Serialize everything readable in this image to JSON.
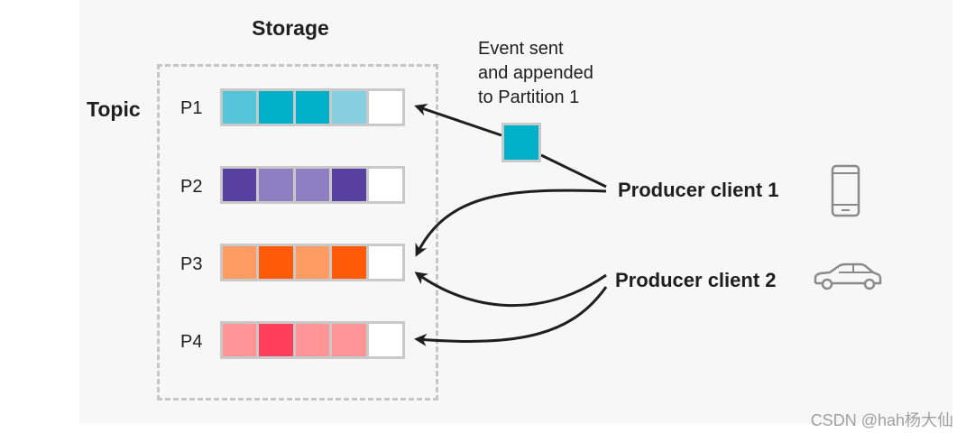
{
  "diagram": {
    "storage_title": "Storage",
    "topic_label": "Topic",
    "partitions": [
      {
        "label": "P1",
        "cells": [
          "#55c4d8",
          "#00b0c9",
          "#00b0c9",
          "#85cfe0",
          "#ffffff"
        ]
      },
      {
        "label": "P2",
        "cells": [
          "#5840a0",
          "#8e7fc2",
          "#8e7fc2",
          "#5840a0",
          "#ffffff"
        ]
      },
      {
        "label": "P3",
        "cells": [
          "#ff9c63",
          "#ff5a07",
          "#ff9c63",
          "#ff5a07",
          "#ffffff"
        ]
      },
      {
        "label": "P4",
        "cells": [
          "#ff9596",
          "#ff3f5c",
          "#ff9596",
          "#ff9596",
          "#ffffff"
        ]
      }
    ],
    "event_text": [
      "Event sent",
      "and appended",
      "to Partition 1"
    ],
    "event_color": "#00b0c9",
    "producers": [
      {
        "label": "Producer client 1",
        "icon": "phone-icon"
      },
      {
        "label": "Producer client 2",
        "icon": "car-icon"
      }
    ]
  },
  "watermark": "CSDN @hah杨大仙"
}
